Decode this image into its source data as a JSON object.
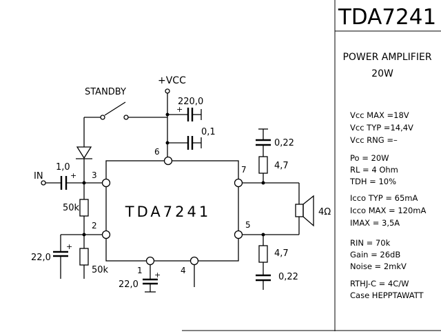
{
  "title_block": {
    "part_number": "TDA7241"
  },
  "heading": {
    "line1": "POWER AMPLIFIER",
    "line2": "20W"
  },
  "specs": [
    "Vcc MAX =18V",
    "Vcc TYP =14,4V",
    "Vcc RNG =–",
    "Po  = 20W",
    "RL  = 4 Ohm",
    "TDH = 10%",
    "Icco TYP = 65mA",
    "Icco MAX = 120mA",
    "IMAX =     3,5A",
    "RIN  = 70k",
    "Gain  = 26dB",
    "Noise = 2mkV",
    "RTHJ-C = 4C/W",
    "Case HEPPTAWATT"
  ],
  "schematic": {
    "chip_label": "TDA7241",
    "supply_label": "+VCC",
    "standby_label": "STANDBY",
    "input_label": "IN",
    "pins": {
      "p1": "1",
      "p2": "2",
      "p3": "3",
      "p4": "4",
      "p5": "5",
      "p6": "6",
      "p7": "7"
    },
    "components": {
      "c_supply_big": "220,0",
      "c_supply_small": "0,1",
      "c_input": "1,0",
      "c_input_polarity": "+",
      "r_bias_top": "50k",
      "r_bias_bottom": "50k",
      "c_bias": "22,0",
      "c_bias_polarity": "+",
      "c_pin1": "22,0",
      "c_pin1_polarity": "+",
      "c_supply_polarity": "+",
      "c_snub_top": "0,22",
      "r_snub_top": "4,7",
      "c_snub_bottom": "0,22",
      "r_snub_bottom": "4,7",
      "speaker": "4Ω"
    }
  }
}
